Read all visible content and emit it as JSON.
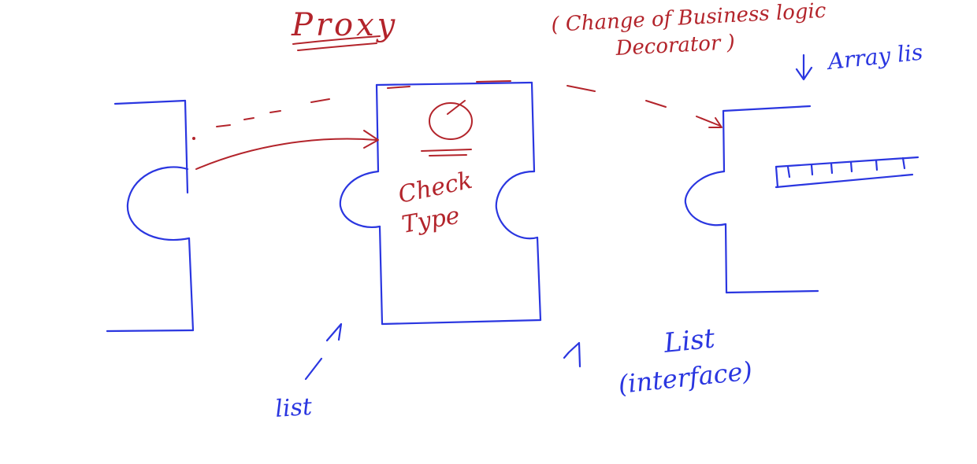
{
  "title": "Proxy",
  "note_line1": "( Change of Business logic",
  "note_line2": "Decorator )",
  "middle_label_line1": "Check",
  "middle_label_line2": "Type",
  "array_label": "Array lis",
  "list_label_left": "list",
  "list_label_right": "List",
  "interface_label": "(interface)",
  "colors": {
    "blue_ink": "#2a36e0",
    "red_ink": "#b3242b",
    "background": "#ffffff"
  }
}
